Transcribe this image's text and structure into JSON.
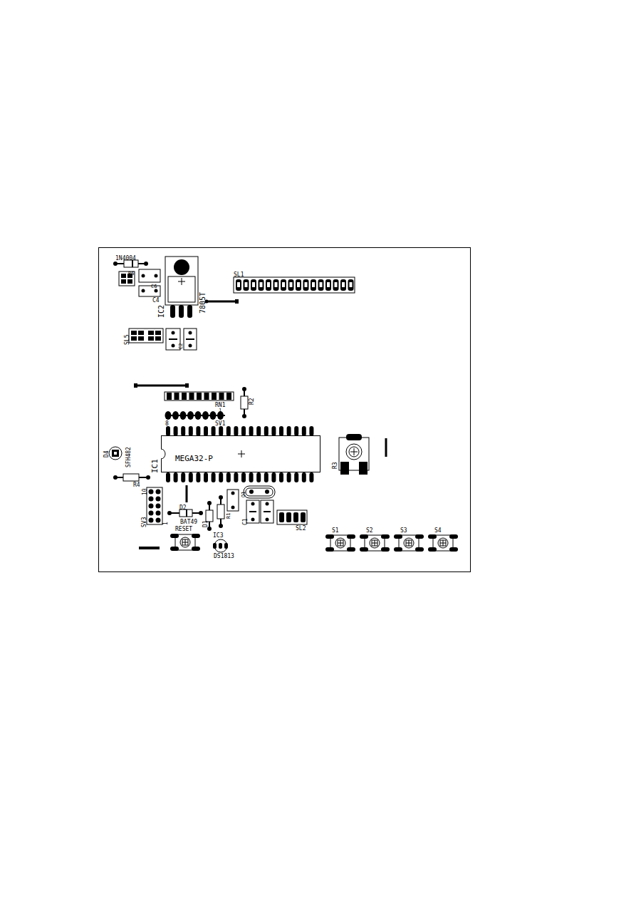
{
  "diagram": {
    "nodes": [
      {
        "text": [
          "IC1",
          "MEGA32-P"
        ]
      }
    ],
    "labels": [
      "1N4004",
      "R6",
      "C6",
      "C4",
      "IC2",
      "7805T",
      "SL1",
      "SL5",
      "C2",
      "RN1",
      "1",
      "8",
      "SV1",
      "R2",
      "D4",
      "SFH482",
      "R3",
      "R4",
      "10",
      "SV3",
      "1",
      "D2",
      "BAT49",
      "RESET",
      "D1",
      "R1",
      "Q1",
      "C1",
      "SL2",
      "IC3",
      "DS1813",
      "S1",
      "S2",
      "S3",
      "S4"
    ]
  }
}
